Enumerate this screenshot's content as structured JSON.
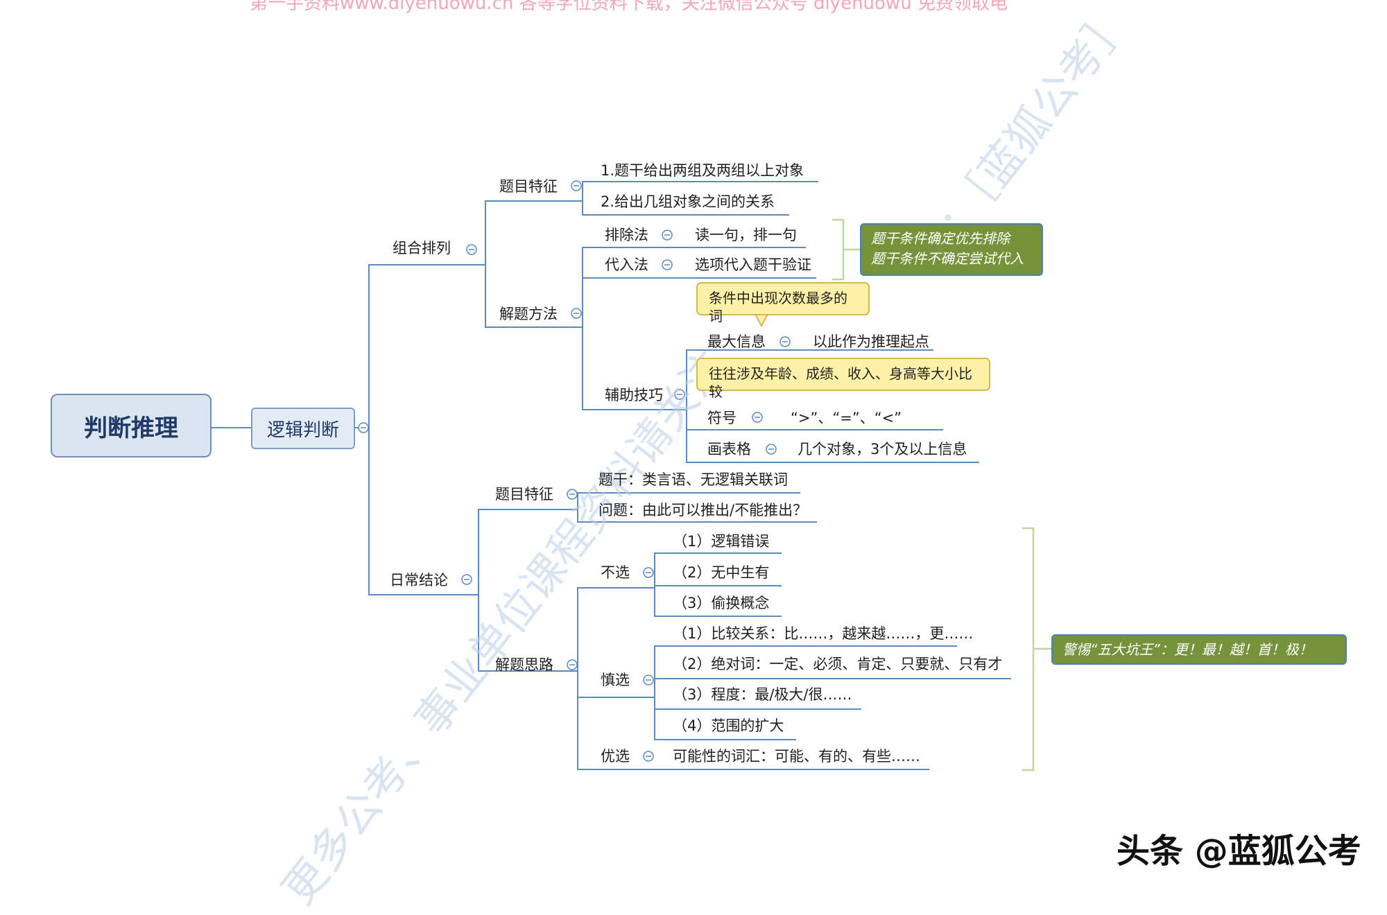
{
  "header": {
    "watermark_text": "第一手资料www.diyehuowu.cn 各等学位资料下载，关注微信公众号 diyehuowu 免费领取电"
  },
  "root": {
    "label": "判断推理"
  },
  "main": {
    "label": "逻辑判断"
  },
  "branch1": {
    "label": "组合排列",
    "features": {
      "label": "题目特征",
      "items": [
        "1.题干给出两组及两组以上对象",
        "2.给出几组对象之间的关系"
      ]
    },
    "methods": {
      "label": "解题方法",
      "exclude": {
        "label": "排除法",
        "detail": "读一句，排一句"
      },
      "substitute": {
        "label": "代入法",
        "detail": "选项代入题干验证"
      },
      "aux": {
        "label": "辅助技巧",
        "max_info": {
          "label": "最大信息",
          "detail": "以此作为推理起点",
          "note": "条件中出现次数最多的词"
        },
        "symbol": {
          "label": "符号",
          "detail": "“>”、“=”、“<”",
          "note": "往往涉及年龄、成绩、收入、身高等大小比较"
        },
        "table": {
          "label": "画表格",
          "detail": "几个对象，3个及以上信息"
        }
      },
      "note_lines": [
        "题干条件确定优先排除",
        "题干条件不确定尝试代入"
      ]
    }
  },
  "branch2": {
    "label": "日常结论",
    "features": {
      "label": "题目特征",
      "items": [
        "题干：类言语、无逻辑关联词",
        "问题：由此可以推出/不能推出？"
      ]
    },
    "approach": {
      "label": "解题思路",
      "not_choose": {
        "label": "不选",
        "items": [
          "（1）逻辑错误",
          "（2）无中生有",
          "（3）偷换概念"
        ]
      },
      "careful": {
        "label": "慎选",
        "items": [
          "（1）比较关系：比……，越来越……，更……",
          "（2）绝对词：一定、必须、肯定、只要就、只有才",
          "（3）程度：最/极大/很……",
          "（4）范围的扩大"
        ]
      },
      "prefer": {
        "label": "优选",
        "detail": "可能性的词汇：可能、有的、有些……"
      }
    },
    "note": "警惕“五大坑王”：更！最！越！首！极！"
  },
  "watermark": {
    "diagonal_left": "更多公考、事业单位课程资料请关注",
    "diagonal_right": "号：［蓝狐公考］"
  },
  "footer": {
    "credit": "头条 @蓝狐公考"
  },
  "colors": {
    "line": "#5b8ac0",
    "bracket": "#c3d69b",
    "note_green": "#76933c",
    "note_yellow": "#fff2a8"
  }
}
